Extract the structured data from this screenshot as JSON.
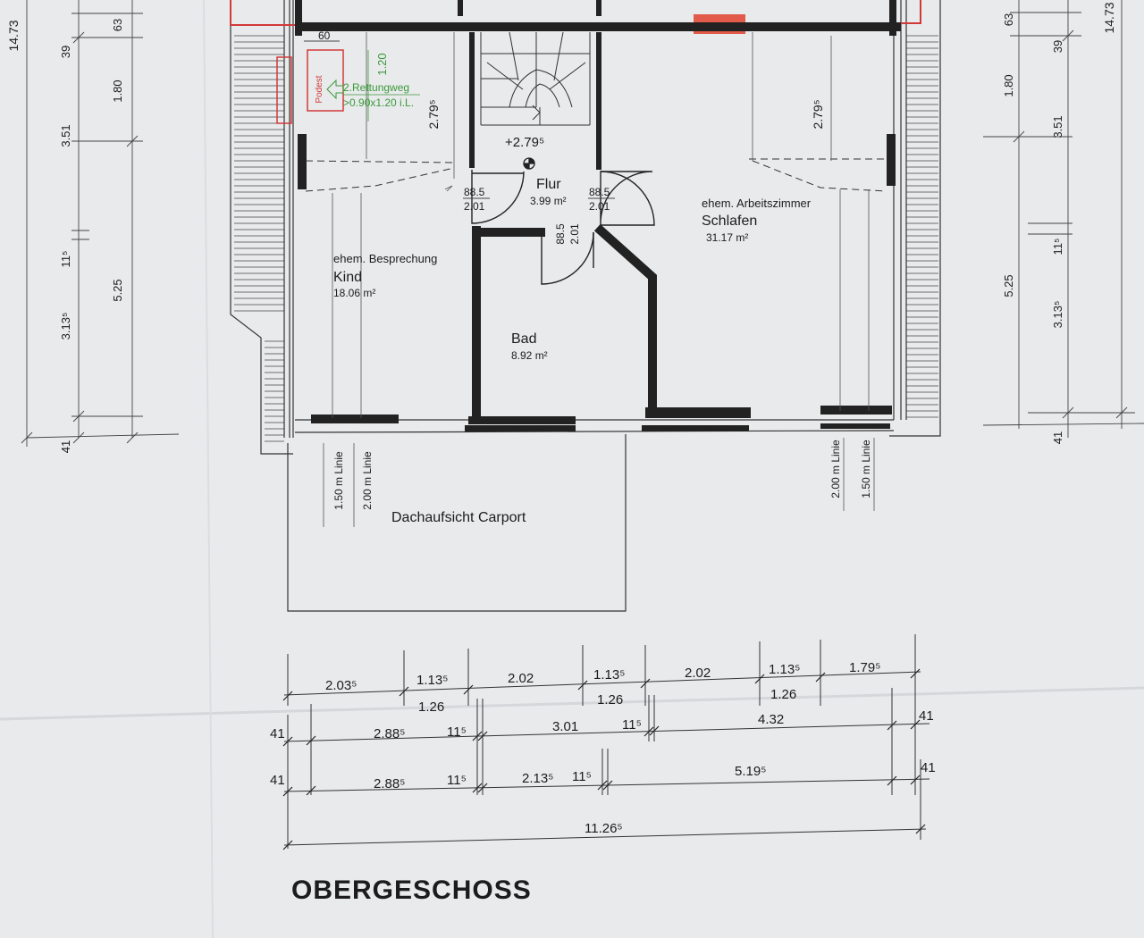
{
  "title": "OBERGESCHOSS",
  "colors": {
    "paper": "#e9eaec",
    "ink": "#222222",
    "rescue_red": "#d23a3a",
    "rescue_green": "#3a9a3a"
  },
  "rooms": {
    "kind": {
      "former": "ehem. Besprechung",
      "name": "Kind",
      "area": "18.06 m²"
    },
    "flur": {
      "name": "Flur",
      "area": "3.99 m²",
      "level": "+2.79⁵"
    },
    "schlafen": {
      "former": "ehem. Arbeitszimmer",
      "name": "Schlafen",
      "area": "31.17 m²"
    },
    "bad": {
      "name": "Bad",
      "area": "8.92 m²"
    },
    "carport": {
      "name": "Dachaufsicht Carport"
    }
  },
  "doors": {
    "left": [
      "88.5",
      "2.01"
    ],
    "right": [
      "88.5",
      "2.01"
    ],
    "bath": [
      "88.5",
      "2.01"
    ]
  },
  "rescue": {
    "podest": "Podest",
    "line1": "2.Rettungweg",
    "line2": ">0.90x1.20 i.L.",
    "height": "1.20"
  },
  "labels": {
    "sixty": "60",
    "h_left": "2.79⁵",
    "h_right": "2.79⁵"
  },
  "roof_lines": {
    "left_150": "1.50 m Linie",
    "left_200": "2.00 m Linie",
    "right_200": "2.00 m Linie",
    "right_150": "1.50 m Linie"
  },
  "left_dims": {
    "total": "14.73",
    "d39": "39",
    "d63": "63",
    "d180": "1.80",
    "d351": "3.51",
    "d115": "11⁵",
    "d3135": "3.13⁵",
    "d525": "5.25",
    "d41": "41"
  },
  "right_dims": {
    "total": "14.73",
    "d63": "63",
    "d39": "39",
    "d180": "1.80",
    "d351": "3.51",
    "d115": "11⁵",
    "d3135": "3.13⁵",
    "d525": "5.25",
    "d41": "41"
  },
  "bottom_dims": {
    "row1": [
      "2.03⁵",
      "1.13⁵",
      "2.02",
      "1.13⁵",
      "2.02",
      "1.13⁵",
      "1.79⁵"
    ],
    "row1b": [
      "1.26",
      "1.26",
      "1.26"
    ],
    "row2": [
      "41",
      "2.88⁵",
      "11⁵",
      "3.01",
      "11⁵",
      "4.32",
      "41"
    ],
    "row3": [
      "41",
      "2.88⁵",
      "11⁵",
      "2.13⁵",
      "11⁵",
      "5.19⁵",
      "41"
    ],
    "total": "11.26⁵"
  }
}
